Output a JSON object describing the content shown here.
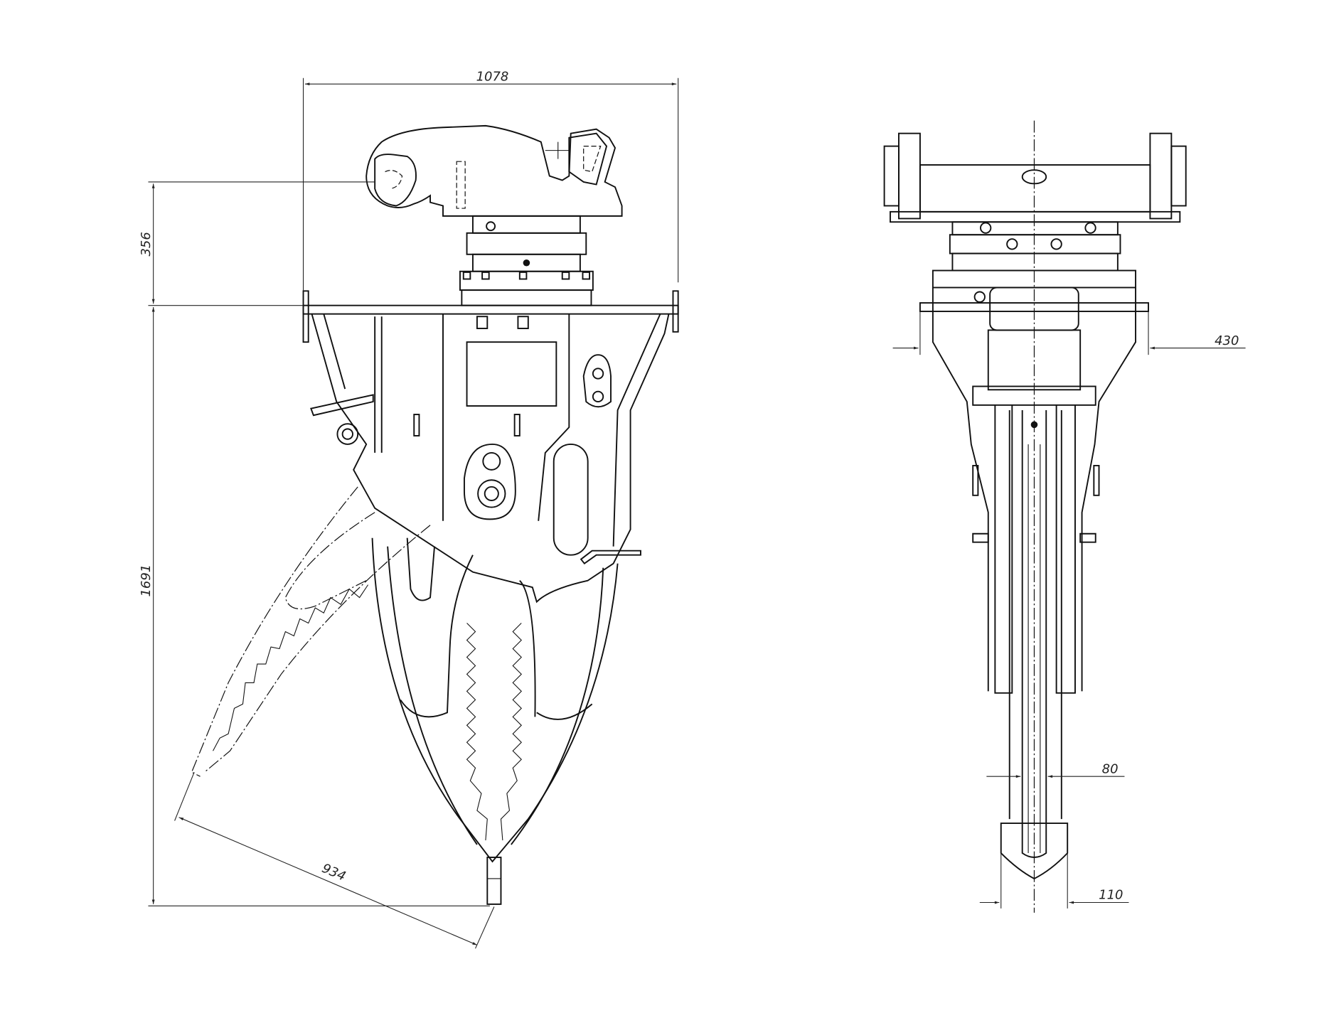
{
  "drawing": {
    "dimensions": {
      "overall_width": "1078",
      "top_height": "356",
      "body_height": "1691",
      "jaw_opening": "934",
      "side_width": "430",
      "blade_thickness": "80",
      "tip_width": "110"
    }
  }
}
